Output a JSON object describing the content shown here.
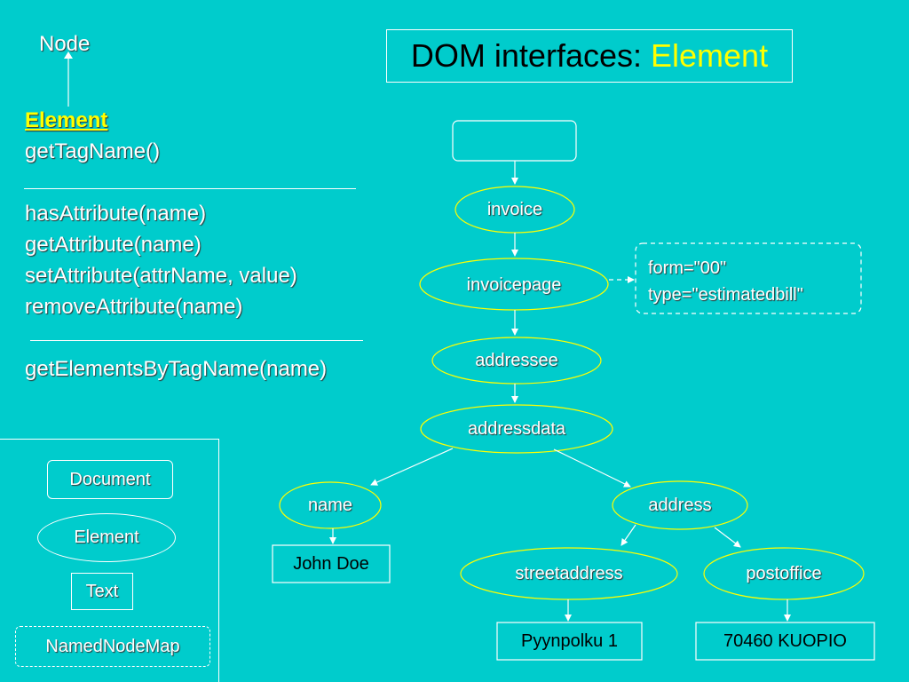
{
  "title": {
    "prefix": "DOM interfaces:",
    "highlight": "Element",
    "highlight_color": "#FFFF00"
  },
  "background_color": "#00CCCC",
  "hierarchy": {
    "parent": "Node",
    "current": "Element"
  },
  "methods": {
    "group1": [
      "getTagName()"
    ],
    "group2": [
      "hasAttribute(name)",
      "getAttribute(name)",
      "setAttribute(attrName, value)",
      "removeAttribute(name)"
    ],
    "group3": [
      "getElementsByTagName(name)"
    ]
  },
  "legend": {
    "document": "Document",
    "element": "Element",
    "text": "Text",
    "named_node_map": "NamedNodeMap"
  },
  "tree": {
    "document_node": "",
    "invoice": "invoice",
    "invoicepage": "invoicepage",
    "attributes": [
      "form=\"00\"",
      "type=\"estimatedbill\""
    ],
    "addressee": "addressee",
    "addressdata": "addressdata",
    "name": "name",
    "name_text": "John Doe",
    "address": "address",
    "streetaddress": "streetaddress",
    "streetaddress_text": "Pyynpolku 1",
    "postoffice": "postoffice",
    "postoffice_text": "70460 KUOPIO"
  }
}
